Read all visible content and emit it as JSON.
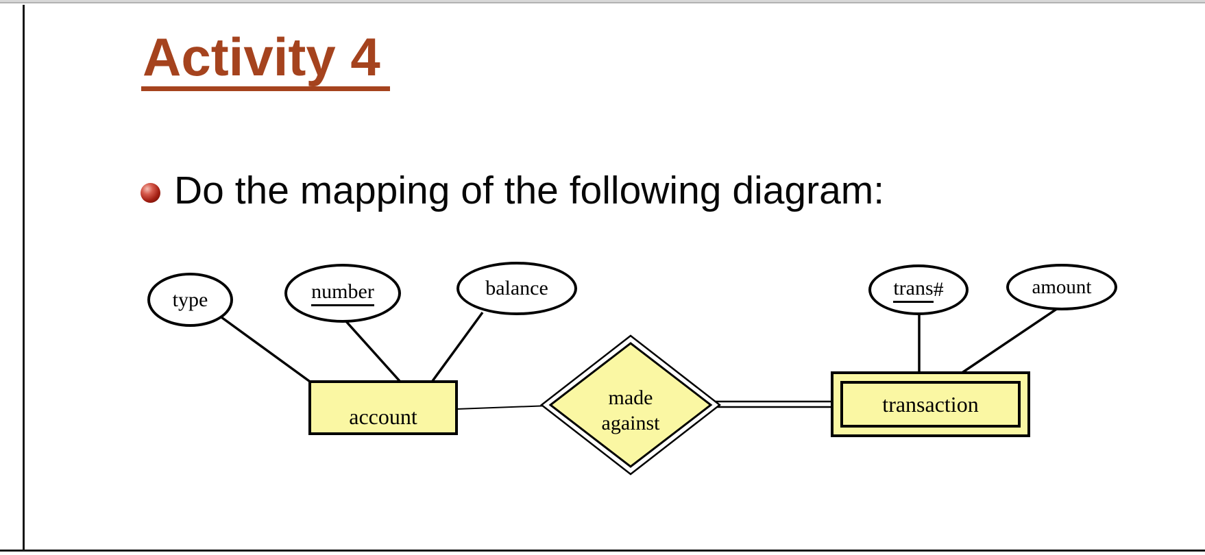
{
  "slide": {
    "title": "Activity 4",
    "bullet_text": "Do the mapping of the following diagram:"
  },
  "colors": {
    "title_text": "#A5431E",
    "shape_fill": "#FAF7A3",
    "shape_stroke": "#000000",
    "bullet_sphere": "#A21E12",
    "top_band": "#D8D8D8"
  },
  "er_diagram": {
    "entities": {
      "account": {
        "label": "account",
        "kind": "strong-entity"
      },
      "transaction": {
        "label": "transaction",
        "kind": "weak-entity"
      }
    },
    "relationship": {
      "label_line1": "made",
      "label_line2": "against",
      "kind": "identifying-relationship"
    },
    "attributes": {
      "type": {
        "label": "type",
        "key": false
      },
      "number": {
        "label": "number",
        "key": true
      },
      "balance": {
        "label": "balance",
        "key": false
      },
      "trans": {
        "key_part": "trans",
        "rest": "#",
        "key": true
      },
      "amount": {
        "label": "amount",
        "key": false
      }
    }
  }
}
